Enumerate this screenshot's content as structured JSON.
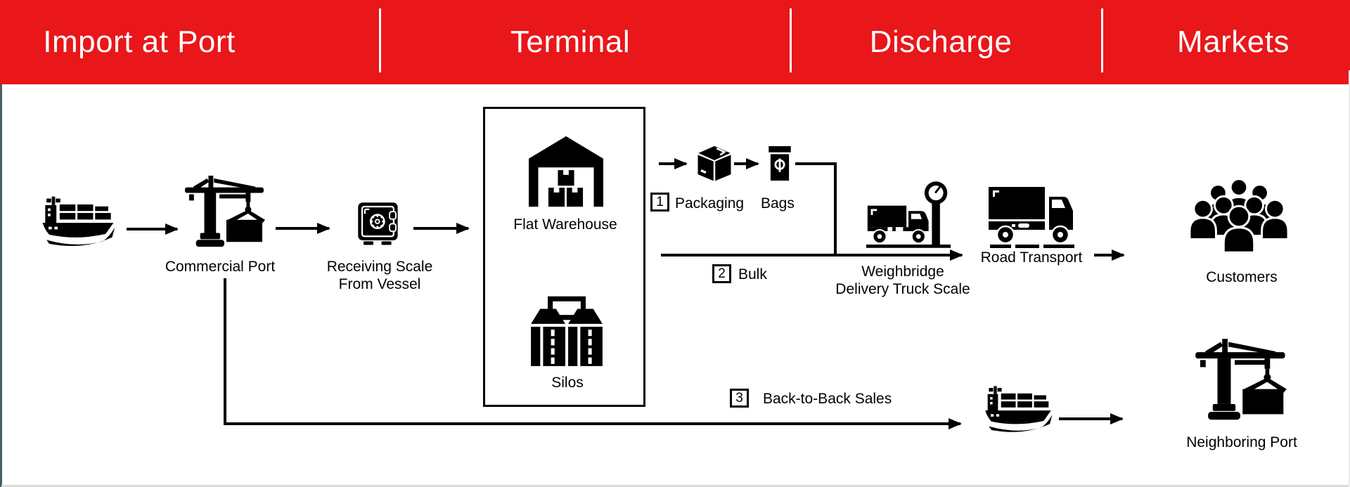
{
  "colors": {
    "header_red": "#E9161A",
    "ink": "#000000",
    "background": "#FFFFFF",
    "left_edge": "#4A5D66",
    "bottom_edge": "#DCDCDC"
  },
  "header": {
    "sections": [
      {
        "label": "Import at Port"
      },
      {
        "label": "Terminal"
      },
      {
        "label": "Discharge"
      },
      {
        "label": "Markets"
      }
    ]
  },
  "nodes": {
    "commercial_port": {
      "label": "Commercial Port",
      "icon": "harbor-crane-icon"
    },
    "receiving_scale": {
      "line1": "Receiving Scale",
      "line2": "From Vessel",
      "icon": "safe-scale-icon"
    },
    "flat_warehouse": {
      "label": "Flat Warehouse",
      "icon": "warehouse-icon"
    },
    "silos": {
      "label": "Silos",
      "icon": "silos-icon"
    },
    "packaging": {
      "step": "1",
      "label": "Packaging",
      "icon": "package-box-icon"
    },
    "bags": {
      "label": "Bags",
      "icon": "seed-bag-icon"
    },
    "bulk": {
      "step": "2",
      "label": "Bulk"
    },
    "weighbridge": {
      "line1": "Weighbridge",
      "line2": "Delivery Truck Scale",
      "icon": "truck-scale-icon"
    },
    "road_transport": {
      "label": "Road Transport",
      "icon": "box-truck-icon"
    },
    "customers": {
      "label": "Customers",
      "icon": "crowd-icon"
    },
    "back_to_back": {
      "step": "3",
      "label": "Back-to-Back Sales",
      "icon": "cargo-ship-icon"
    },
    "neighboring_port": {
      "label": "Neighboring Port",
      "icon": "harbor-crane-icon"
    }
  }
}
